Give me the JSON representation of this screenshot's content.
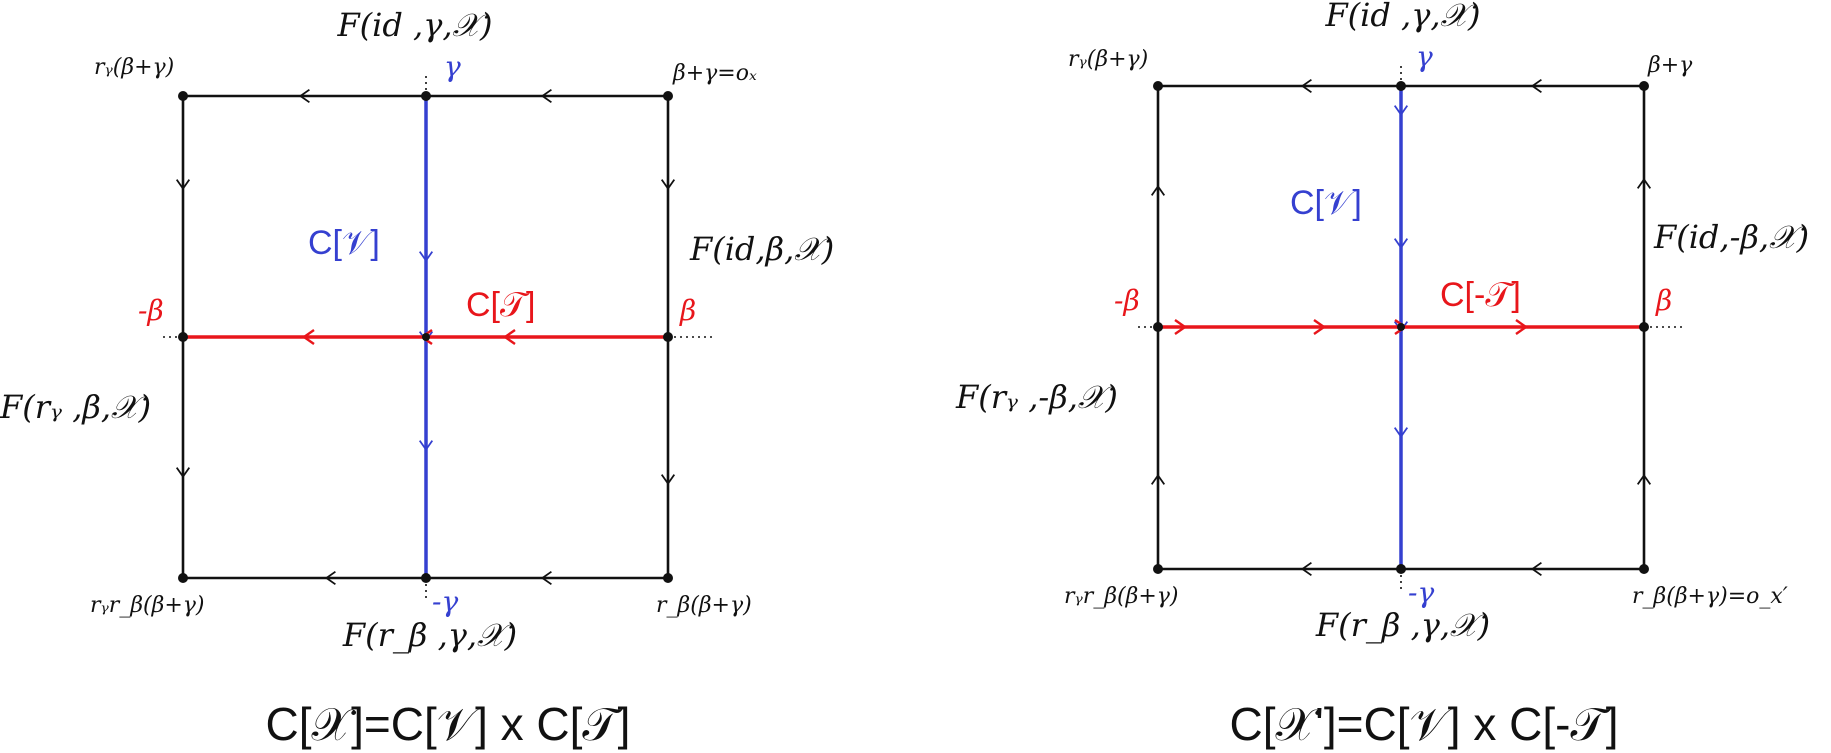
{
  "colors": {
    "frame": "#111111",
    "v_line": "#3540d0",
    "t_line": "#e8161b",
    "text": "#111111"
  },
  "diagrams": [
    {
      "corners": {
        "tl": "rᵧ(β+γ)",
        "tr": "β+γ=oₓ",
        "bl": "rᵧr_β(β+γ)",
        "br": "r_β(β+γ)"
      },
      "edges": {
        "top": "F(id ,γ,𝒳)",
        "right": "F(id,β,𝒳)",
        "bottom": "F(r_β ,γ,𝒳)",
        "left": "F(rᵧ ,β,𝒳)"
      },
      "points": {
        "top": "γ",
        "bottom": "-γ",
        "left": "-β",
        "right": "β"
      },
      "curves": {
        "v": "C[𝒱]",
        "t": "C[𝒯]"
      },
      "caption": "C[𝒳]=C[𝒱] x C[𝒯]"
    },
    {
      "corners": {
        "tl": "rᵧ(β+γ)",
        "tr": "β+γ",
        "bl": "rᵧr_β(β+γ)",
        "br": "r_β(β+γ)=o_x′"
      },
      "edges": {
        "top": "F(id ,γ,𝒳)",
        "right": "F(id,-β,𝒳)",
        "bottom": "F(r_β ,γ,𝒳)",
        "left": "F(rᵧ ,-β,𝒳)"
      },
      "points": {
        "top": "γ",
        "bottom": "-γ",
        "left": "-β",
        "right": "β"
      },
      "curves": {
        "v": "C[𝒱]",
        "t": "C[-𝒯]"
      },
      "caption": "C[𝒳']=C[𝒱] x C[-𝒯]"
    }
  ]
}
